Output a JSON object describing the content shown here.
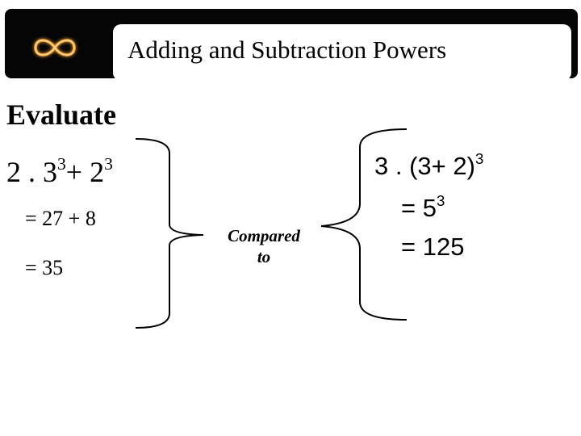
{
  "header": {
    "title": "Adding and Subtraction Powers",
    "logo_icon": "infinity-glow-icon",
    "colors": {
      "bar": "#050505",
      "glow": "#f2a23a"
    }
  },
  "heading": "Evaluate",
  "problem2": {
    "prefix": "2 . 3",
    "exp1": "3",
    "mid": "+ 2",
    "exp2": "3",
    "step1": "= 27 + 8",
    "step2": "= 35"
  },
  "connector": {
    "line1": "Compared",
    "line2": "to"
  },
  "problem3": {
    "expr": "3 . (3+ 2)",
    "exp": "3",
    "step1_base": "= 5",
    "step1_exp": "3",
    "step2": "= 125"
  }
}
